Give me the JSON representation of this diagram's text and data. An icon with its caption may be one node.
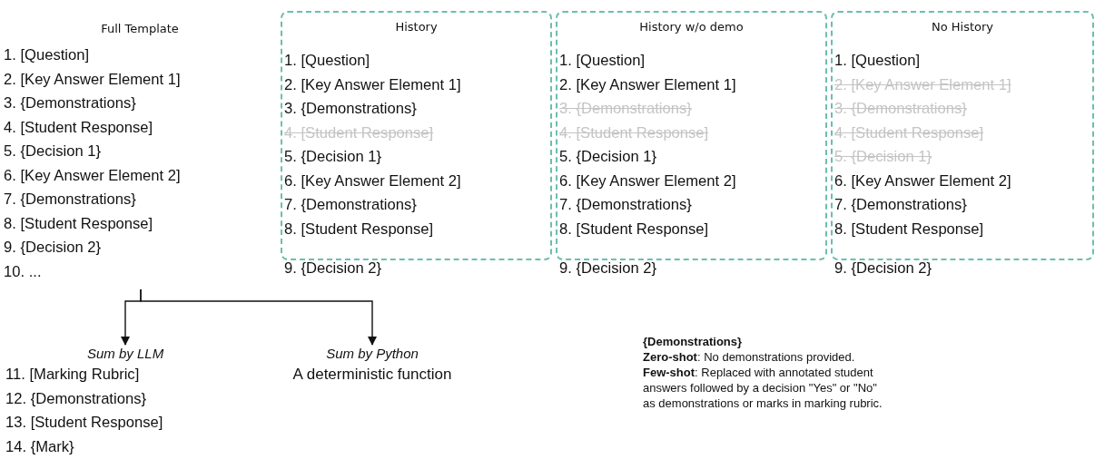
{
  "diagram": {
    "nodes": [
      {
        "text": [
          "Full Template",
          "1. [Question]",
          "2. [Key Answer Element 1]",
          "3. {Demonstrations}",
          "4. [Student Response]",
          "5. {Decision 1}",
          "6. [Key Answer Element 2]",
          "7. {Demonstrations}",
          "8. [Student Response]",
          "9. {Decision 2}",
          "10. ..."
        ]
      },
      {
        "text": [
          "History",
          "1. [Question]",
          "2. [Key Answer Element 1]",
          "3. {Demonstrations}",
          "4. [Student Response]",
          "5. {Decision 1}",
          "6. [Key Answer Element 2]",
          "7. {Demonstrations}",
          "8. [Student Response]"
        ],
        "beside": [
          "9. {Decision 2}"
        ]
      },
      {
        "text": [
          "History w/o demo",
          "1. [Question]",
          "2. [Key Answer Element 1]",
          "3. {Demonstrations}",
          "4. [Student Response]",
          "5. {Decision 1}",
          "6. [Key Answer Element 2]",
          "7. {Demonstrations}",
          "8. [Student Response]"
        ],
        "beside": [
          "9. {Decision 2}"
        ]
      },
      {
        "text": [
          "No History",
          "1. [Question]",
          "2. [Key Answer Element 1]",
          "3. {Demonstrations}",
          "4. [Student Response]",
          "5. {Decision 1}",
          "6. [Key Answer Element 2]",
          "7. {Demonstrations}",
          "8. [Student Response]"
        ],
        "beside": [
          "9. {Decision 2}"
        ]
      },
      {
        "text": [
          "Sum by LLM",
          "11. [Marking Rubric]",
          "12. {Demonstrations}",
          "13. [Student Response]",
          "14. {Mark}"
        ]
      },
      {
        "text": [
          "Sum by Python",
          "A deterministic function"
        ]
      }
    ],
    "edges": [
      {
        "from": 0,
        "to": 4,
        "arrow": "to"
      },
      {
        "from": 0,
        "to": 5,
        "arrow": "to"
      }
    ],
    "labels": [
      "{Demonstrations}",
      "**Zero-shot**: No demonstrations provided.",
      "**Few-shot**: Replaced with annotated student answers followed by a decision \"Yes\" or \"No\" as demonstrations or marks in marking rubric."
    ]
  }
}
